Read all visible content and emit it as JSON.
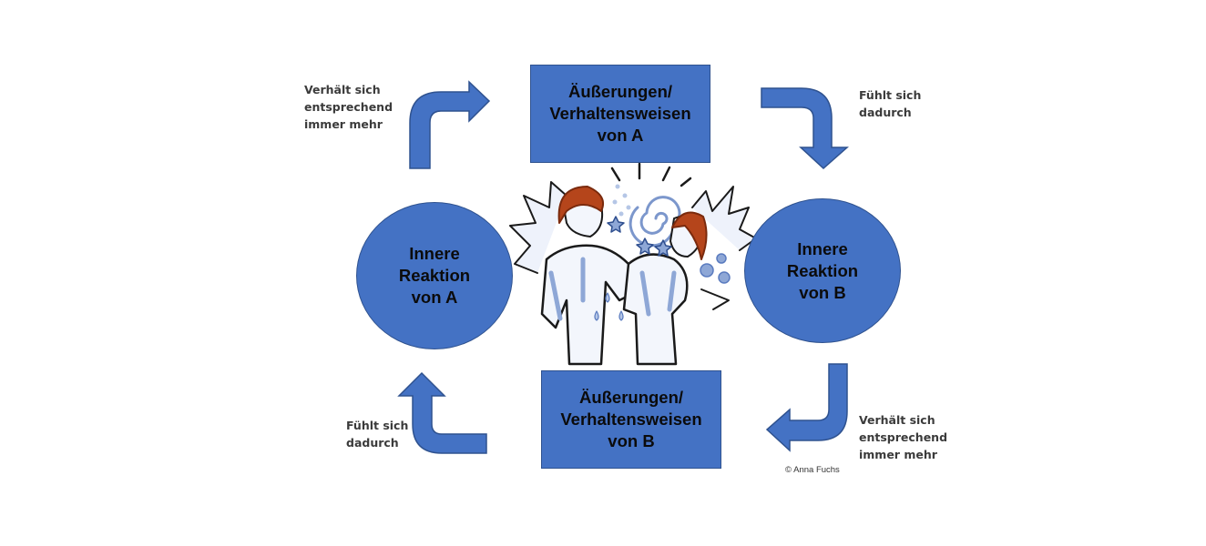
{
  "boxes": {
    "top": {
      "lines": [
        "Äußerungen/",
        "Verhaltensweisen",
        "von A"
      ]
    },
    "bottom": {
      "lines": [
        "Äußerungen/",
        "Verhaltensweisen",
        "von B"
      ]
    }
  },
  "circles": {
    "left": {
      "lines": [
        "Innere",
        "Reaktion",
        "von A"
      ]
    },
    "right": {
      "lines": [
        "Innere",
        "Reaktion",
        "von B"
      ]
    }
  },
  "labels": {
    "top_left": [
      "Verhält sich",
      "entsprechend",
      "immer mehr"
    ],
    "top_right": [
      "Fühlt sich",
      "dadurch"
    ],
    "bottom_left": [
      "Fühlt sich",
      "dadurch"
    ],
    "bottom_right": [
      "Verhält sich",
      "entsprechend",
      "immer mehr"
    ]
  },
  "copyright": "© Anna Fuchs",
  "colors": {
    "fill": "#4472c4",
    "border": "#2f528f",
    "sketch_blue": "#8ea7d6",
    "hair": "#b5451b"
  }
}
